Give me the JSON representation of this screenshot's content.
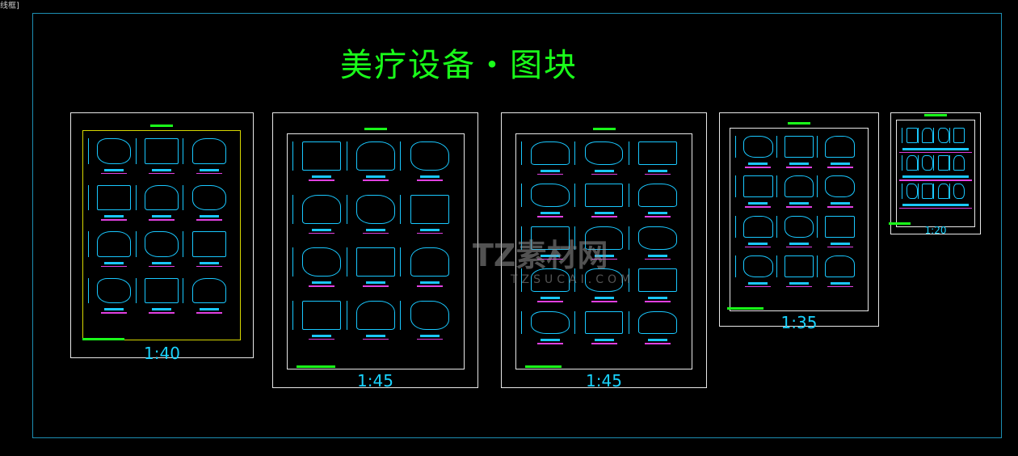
{
  "top_label": "线框]",
  "title": "美疗设备・图块",
  "watermark": {
    "brand": "TZ素材网",
    "url": "TZSUCAI.COM"
  },
  "sheets": [
    {
      "scale": "1:40",
      "rows": 4,
      "cols": 3
    },
    {
      "scale": "1:45",
      "rows": 4,
      "cols": 3
    },
    {
      "scale": "1:45",
      "rows": 5,
      "cols": 3
    },
    {
      "scale": "1:35",
      "rows": 4,
      "cols": 3
    },
    {
      "scale": "1:20",
      "rows": 3,
      "cols": 4
    }
  ],
  "colors": {
    "title": "#1aff1a",
    "lines": "#19c8ff",
    "frame": "#1d8fb3",
    "label": "#e040e0"
  }
}
